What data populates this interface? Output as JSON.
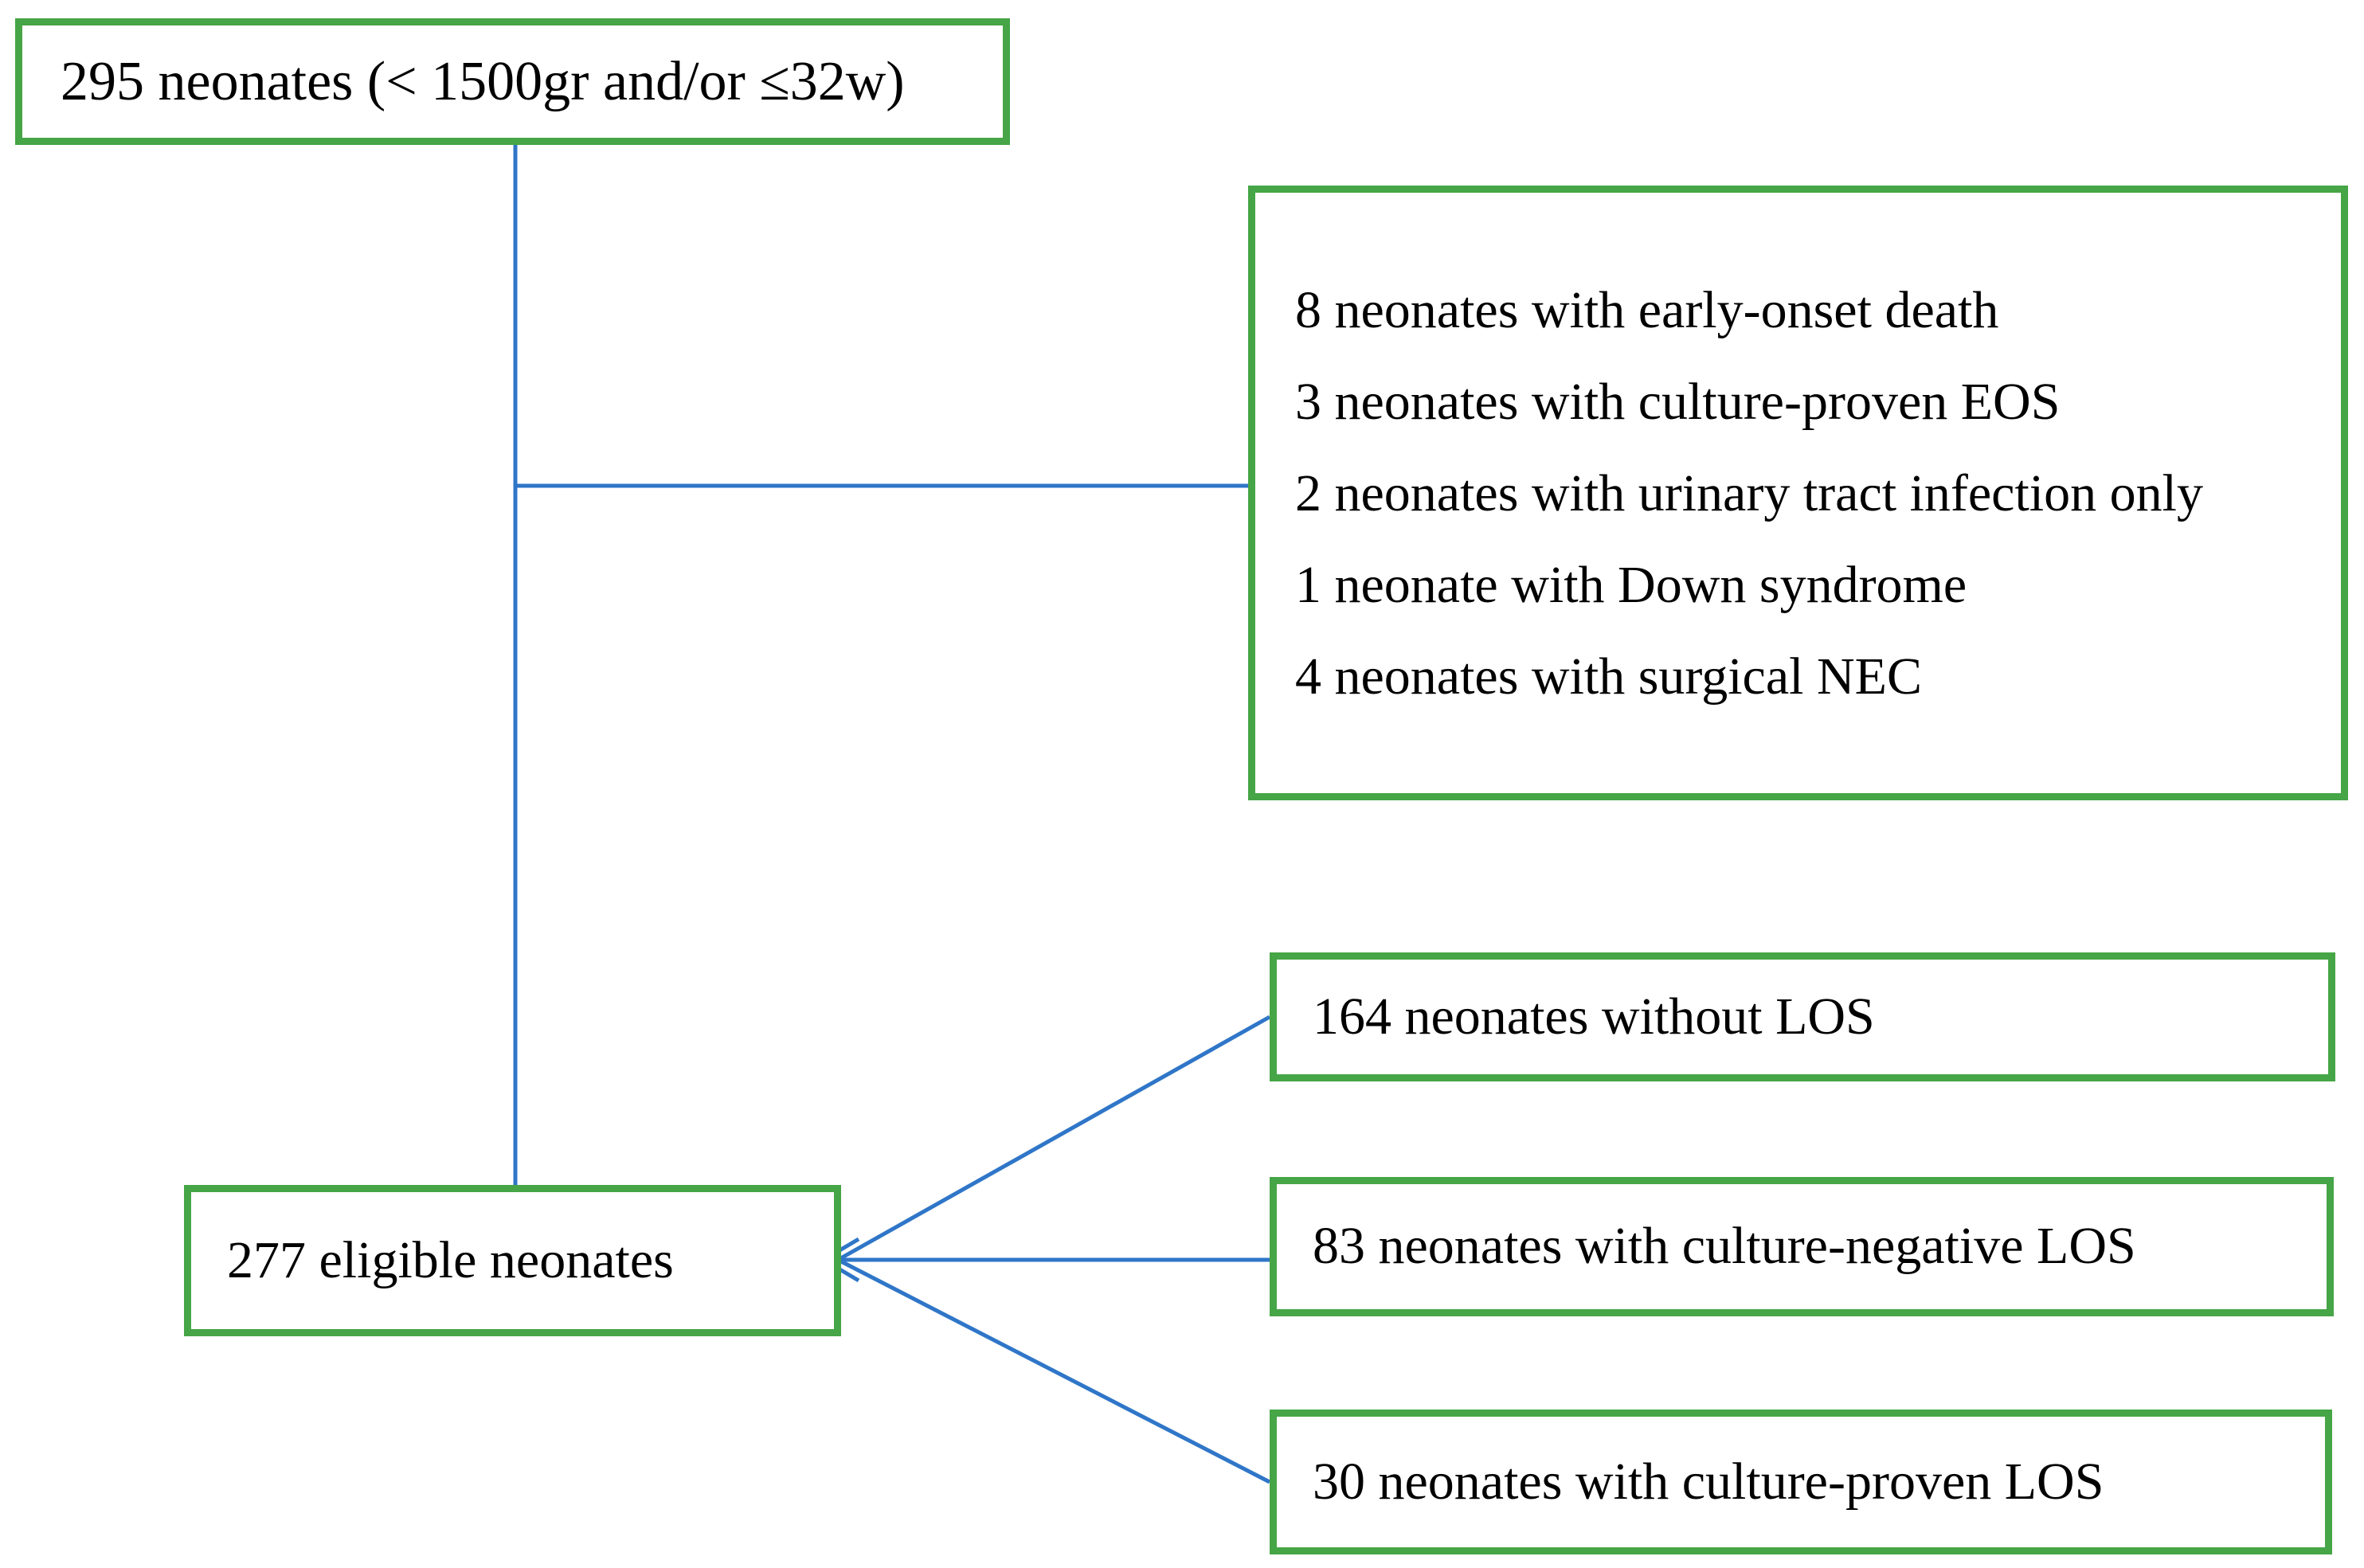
{
  "figure": {
    "type": "patient-flow-diagram",
    "colors": {
      "box_border": "#46A546",
      "connector": "#2F76C8",
      "text": "#000000",
      "background": "#FFFFFF"
    },
    "boxes": {
      "total": {
        "label": "295 neonates (< 1500gr and/or ≤32w)"
      },
      "exclusions": {
        "items": [
          "8 neonates with early-onset death",
          "3 neonates with culture-proven EOS",
          "2 neonates with urinary tract infection only",
          "1 neonate with Down syndrome",
          "4 neonates with surgical NEC"
        ]
      },
      "eligible": {
        "label": "277 eligible neonates"
      },
      "without_los": {
        "label": "164 neonates without LOS"
      },
      "culture_negative_los": {
        "label": "83 neonates with culture-negative LOS"
      },
      "culture_proven_los": {
        "label": "30 neonates with culture-proven LOS"
      }
    }
  }
}
